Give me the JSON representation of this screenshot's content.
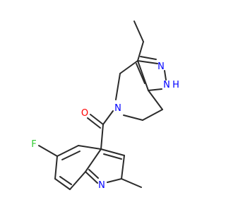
{
  "molecule": {
    "atoms": [
      {
        "id": "N2",
        "label": "N",
        "color": "#0000ff"
      },
      {
        "id": "N1",
        "label": "N",
        "color": "#0000ff"
      },
      {
        "id": "H1",
        "label": "H",
        "color": "#0000ff"
      },
      {
        "id": "N5",
        "label": "N",
        "color": "#0000ff"
      },
      {
        "id": "O",
        "label": "O",
        "color": "#ff0000"
      },
      {
        "id": "F",
        "label": "F",
        "color": "#33cc33"
      },
      {
        "id": "Nq",
        "label": "N",
        "color": "#0000ff"
      }
    ],
    "bond_color": "#2b2b2b"
  }
}
